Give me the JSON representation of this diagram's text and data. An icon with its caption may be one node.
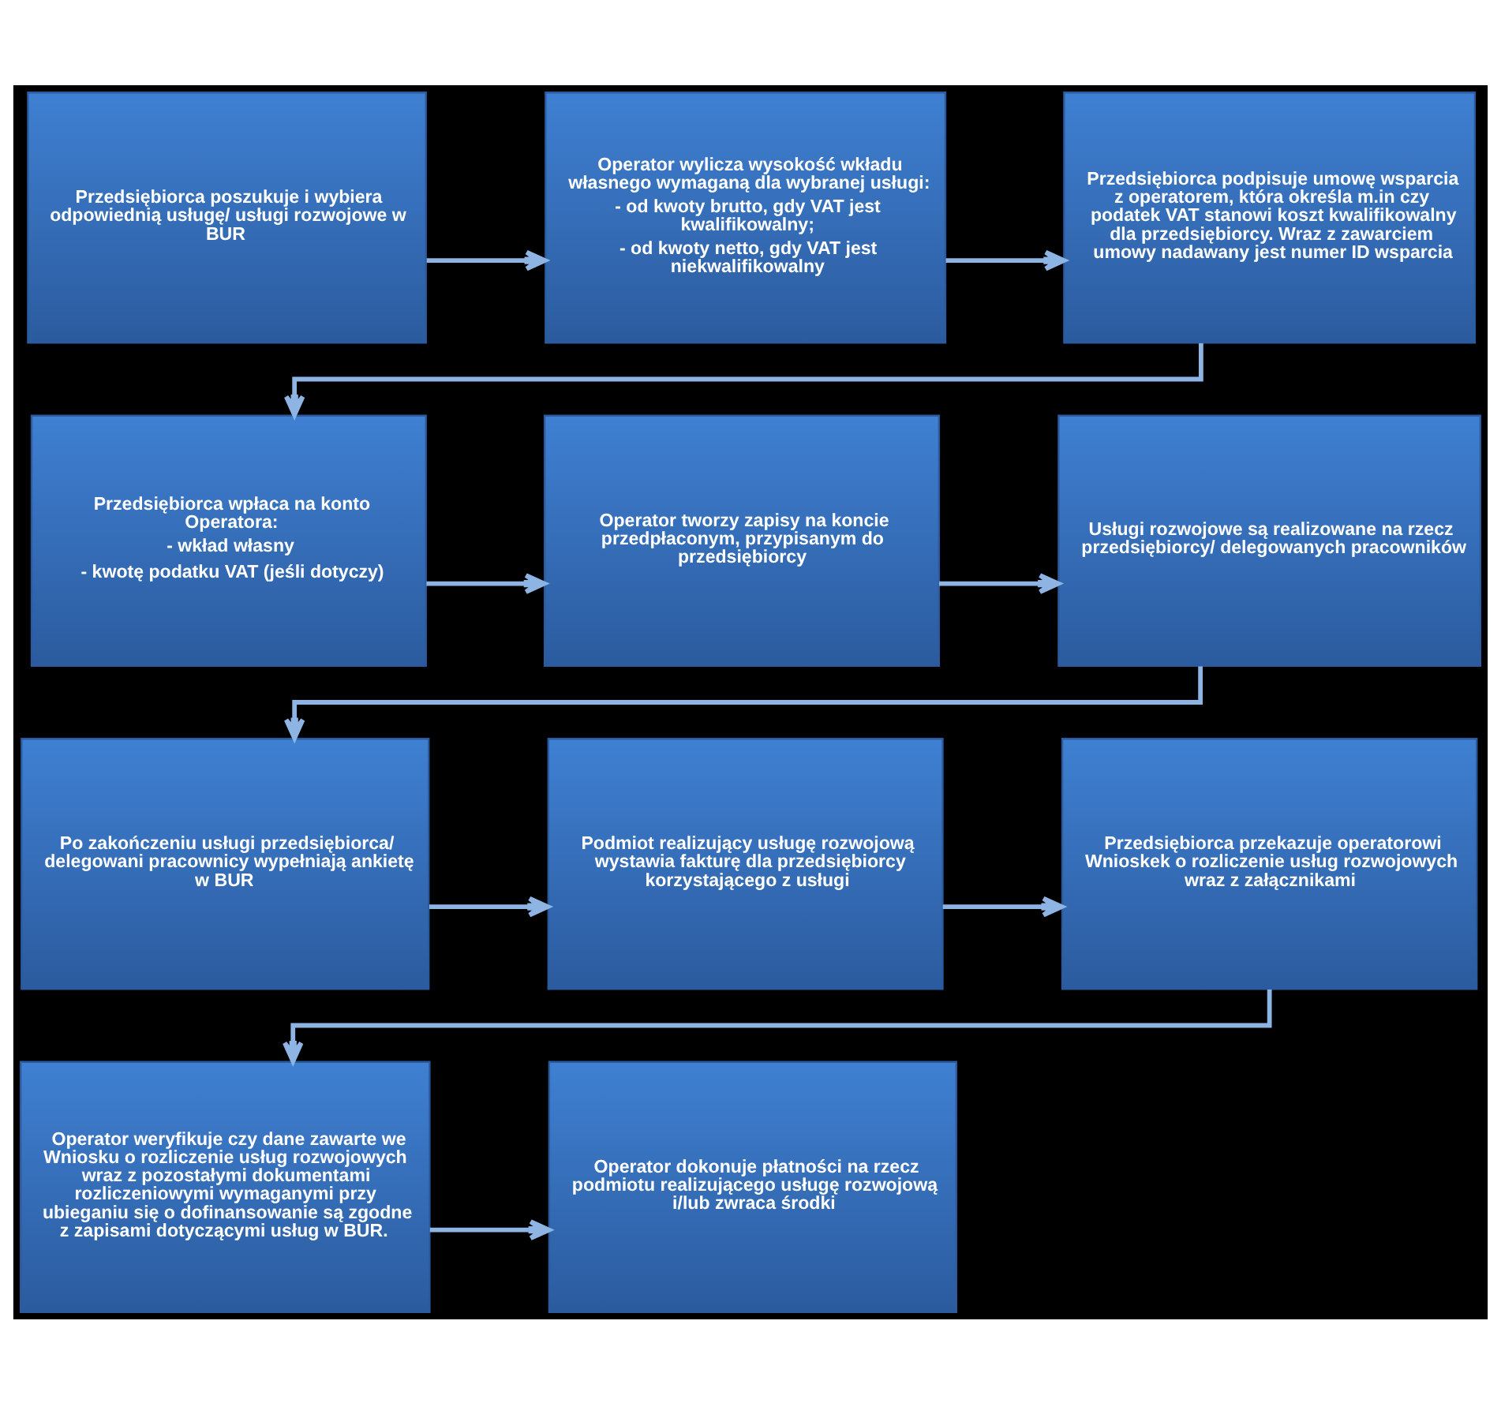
{
  "diagram": {
    "nodes": [
      {
        "text": [
          "Przedsiębiorca poszukuje i wybiera odpowiednią usługę/ usługi rozwojowe w BUR"
        ]
      },
      {
        "text": [
          "Operator wylicza wysokość wkładu własnego wymaganą dla wybranej usługi:",
          "- od kwoty brutto, gdy VAT jest kwalifikowalny;",
          "- od kwoty netto, gdy VAT jest niekwalifikowalny"
        ]
      },
      {
        "text": [
          "Przedsiębiorca podpisuje umowę wsparcia z operatorem, która określa m.in czy podatek VAT stanowi koszt kwalifikowalny dla przedsiębiorcy. Wraz z zawarciem umowy nadawany jest numer ID wsparcia"
        ]
      },
      {
        "text": [
          "Przedsiębiorca wpłaca na konto Operatora:",
          "- wkład własny",
          "- kwotę podatku VAT (jeśli dotyczy)"
        ]
      },
      {
        "text": [
          "Operator tworzy zapisy na koncie przedpłaconym, przypisanym do przedsiębiorcy"
        ]
      },
      {
        "text": [
          "Usługi rozwojowe są realizowane na rzecz przedsiębiorcy/ delegowanych pracowników"
        ]
      },
      {
        "text": [
          "Po zakończeniu usługi przedsiębiorca/ delegowani pracownicy wypełniają ankietę w BUR"
        ]
      },
      {
        "text": [
          "Podmiot realizujący usługę rozwojową wystawia fakturę dla przedsiębiorcy korzystającego z usługi"
        ]
      },
      {
        "text": [
          "Przedsiębiorca przekazuje operatorowi Wnioskek o rozliczenie usług rozwojowych wraz z załącznikami"
        ]
      },
      {
        "text": [
          "Operator weryfikuje czy dane zawarte we Wniosku o rozliczenie usług rozwojowych wraz z pozostałymi dokumentami rozliczeniowymi wymaganymi przy ubieganiu się o dofinansowanie są zgodne z zapisami dotyczącymi usług w BUR."
        ]
      },
      {
        "text": [
          "Operator dokonuje płatności na rzecz podmiotu realizującego usługę rozwojową i/lub zwraca środki"
        ]
      }
    ],
    "edges": [
      {
        "from": 0,
        "to": 1,
        "arrow": "to"
      },
      {
        "from": 1,
        "to": 2,
        "arrow": "to"
      },
      {
        "from": 2,
        "to": 3,
        "arrow": "to"
      },
      {
        "from": 3,
        "to": 4,
        "arrow": "to"
      },
      {
        "from": 4,
        "to": 5,
        "arrow": "to"
      },
      {
        "from": 5,
        "to": 6,
        "arrow": "to"
      },
      {
        "from": 6,
        "to": 7,
        "arrow": "to"
      },
      {
        "from": 7,
        "to": 8,
        "arrow": "to"
      },
      {
        "from": 8,
        "to": 9,
        "arrow": "to"
      },
      {
        "from": 9,
        "to": 10,
        "arrow": "to"
      }
    ]
  }
}
